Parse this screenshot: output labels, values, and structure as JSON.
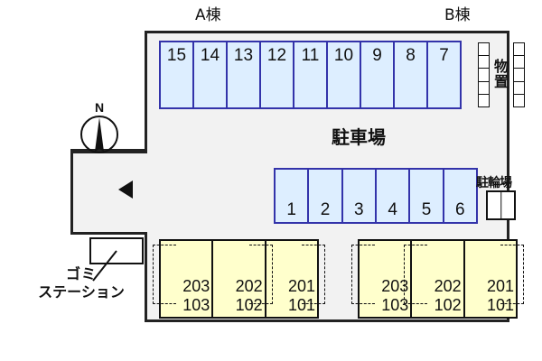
{
  "site": {
    "parking_label": "駐車場",
    "storage_label": "物置",
    "bicycle_parking_label": "駐輪場",
    "garbage_station": {
      "line1": "ゴミ",
      "line2": "ステーション"
    },
    "compass_label": "N",
    "direction_arrow": "left-arrow"
  },
  "parking": {
    "top_row": [
      "15",
      "14",
      "13",
      "12",
      "11",
      "10",
      "9",
      "8",
      "7"
    ],
    "bottom_row": [
      "1",
      "2",
      "3",
      "4",
      "5",
      "6"
    ]
  },
  "storage_units": {
    "left_column_count": 5,
    "right_column_count": 5
  },
  "buildings": [
    {
      "name": "A棟",
      "units": [
        {
          "upper": "203",
          "lower": "103"
        },
        {
          "upper": "202",
          "lower": "102"
        },
        {
          "upper": "201",
          "lower": "101"
        }
      ]
    },
    {
      "name": "B棟",
      "units": [
        {
          "upper": "203",
          "lower": "103"
        },
        {
          "upper": "202",
          "lower": "102"
        },
        {
          "upper": "201",
          "lower": "101"
        }
      ]
    }
  ],
  "colors": {
    "parking_fill": "#ddeeff",
    "parking_stroke": "#3333aa",
    "building_fill": "#ffffcc",
    "building_stroke": "#111111",
    "lot_fill": "#f2f2f2",
    "lot_stroke": "#222222",
    "page_background": "#ffffff"
  }
}
